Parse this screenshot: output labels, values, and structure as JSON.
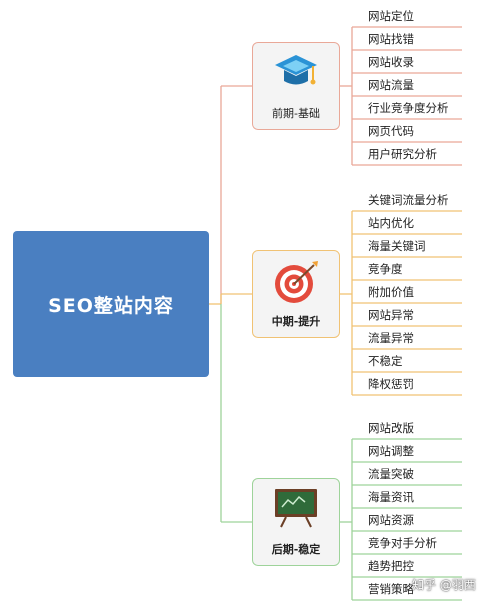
{
  "root": {
    "label": "SEO整站内容"
  },
  "branches": [
    {
      "label": "前期-基础",
      "icon": "graduation-cap-icon",
      "color": "#e9a898",
      "leaves": [
        "网站定位",
        "网站找错",
        "网站收录",
        "网站流量",
        "行业竞争度分析",
        "网页代码",
        "用户研究分析"
      ]
    },
    {
      "label": "中期-提升",
      "icon": "target-arrow-icon",
      "color": "#f0c274",
      "leaves": [
        "关键词流量分析",
        "站内优化",
        "海量关键词",
        "竞争度",
        "附加价值",
        "网站异常",
        "流量异常",
        "不稳定",
        "降权惩罚"
      ]
    },
    {
      "label": "后期-稳定",
      "icon": "chalkboard-icon",
      "color": "#9ed39a",
      "leaves": [
        "网站改版",
        "网站调整",
        "流量突破",
        "海量资讯",
        "网站资源",
        "竞争对手分析",
        "趋势把控",
        "营销策略"
      ]
    }
  ],
  "watermark": "知乎 @羽西"
}
